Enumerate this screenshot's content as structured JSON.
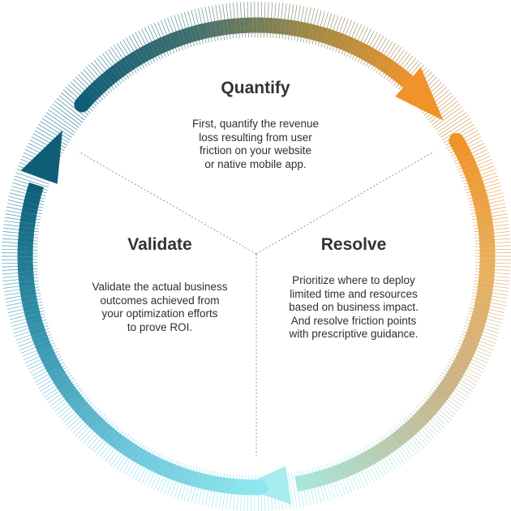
{
  "sections": [
    {
      "id": "quantify",
      "title": "Quantify",
      "lines": [
        "First, quantify the revenue",
        "loss resulting from user",
        "friction on your website",
        "or native mobile app."
      ]
    },
    {
      "id": "resolve",
      "title": "Resolve",
      "lines": [
        "Prioritize where to deploy",
        "limited time and resources",
        "based on business impact.",
        "And resolve friction points",
        "with prescriptive guidance."
      ]
    },
    {
      "id": "validate",
      "title": "Validate",
      "lines": [
        "Validate the actual business",
        "outcomes achieved from",
        "your optimization efforts",
        "to prove ROI."
      ]
    }
  ],
  "colors": {
    "teal_dark": "#0f5e78",
    "teal_mid": "#2f8fa8",
    "orange": "#f0932a",
    "tan": "#c9b48a",
    "mint": "#a8e6dd",
    "aqua": "#8fe6ef",
    "text": "#333333",
    "divider": "#8a8a8a"
  }
}
